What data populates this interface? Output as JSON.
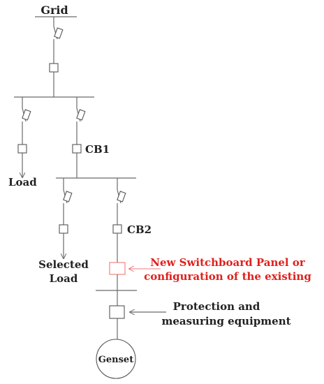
{
  "labels": {
    "grid": "Grid",
    "load": "Load",
    "cb1": "CB1",
    "cb2": "CB2",
    "selected_load_line1": "Selected",
    "selected_load_line2": "Load",
    "new_panel_line1": "New Switchboard Panel or",
    "new_panel_line2": "configuration of the existing",
    "protection_line1": "Protection and",
    "protection_line2": "measuring equipment",
    "genset": "Genset"
  },
  "colors": {
    "line": "#6a6a6a",
    "text": "#222222",
    "highlight": "#e0201c",
    "highlight_box": "#f07a78"
  }
}
